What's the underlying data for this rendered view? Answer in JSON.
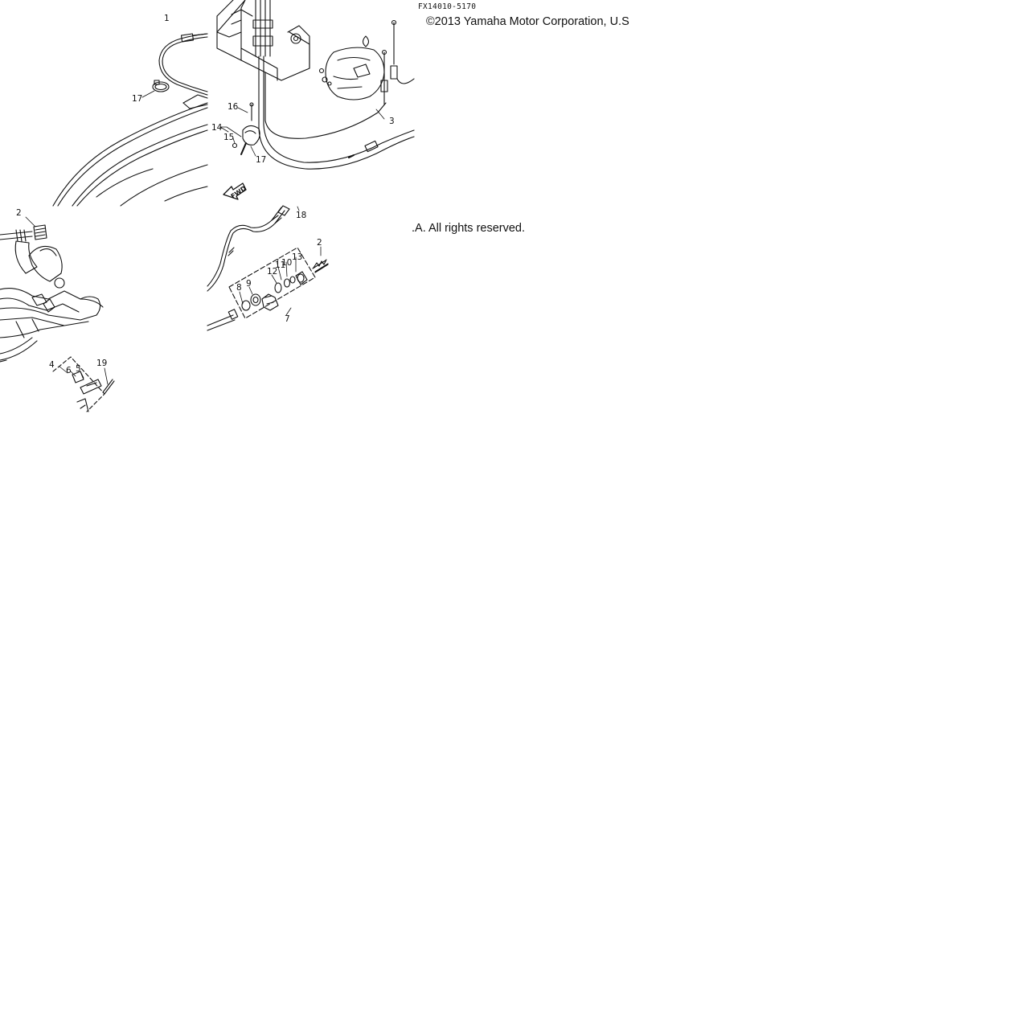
{
  "diagram": {
    "code": "FX14010-5170",
    "copyright_top": "©2013 Yamaha Motor Corporation, U.S",
    "copyright_bottom": ".A. All rights reserved.",
    "fwd_label": "FWD",
    "callouts": [
      "1",
      "17",
      "16",
      "14",
      "15",
      "17",
      "3",
      "2",
      "18",
      "2",
      "8",
      "9",
      "12",
      "11",
      "10",
      "13",
      "7",
      "4",
      "6",
      "5",
      "19"
    ]
  },
  "colors": {
    "line": "#111111",
    "background": "#ffffff"
  }
}
